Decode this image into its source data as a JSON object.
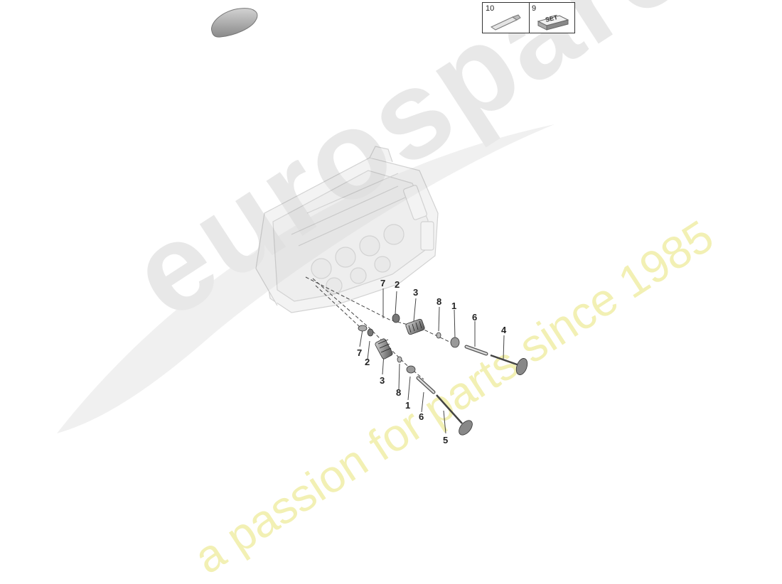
{
  "watermark": {
    "brand": "eurospares",
    "tagline": "a passion for parts since 1985"
  },
  "legend": {
    "items": [
      {
        "number": "10",
        "icon": "tube-icon"
      },
      {
        "number": "9",
        "icon": "set-box-icon",
        "label": "SET"
      }
    ]
  },
  "callouts": [
    {
      "id": "c7a",
      "text": "7"
    },
    {
      "id": "c2a",
      "text": "2"
    },
    {
      "id": "c3a",
      "text": "3"
    },
    {
      "id": "c8a",
      "text": "8"
    },
    {
      "id": "c1a",
      "text": "1"
    },
    {
      "id": "c6a",
      "text": "6"
    },
    {
      "id": "c4",
      "text": "4"
    },
    {
      "id": "c7b",
      "text": "7"
    },
    {
      "id": "c2b",
      "text": "2"
    },
    {
      "id": "c3b",
      "text": "3"
    },
    {
      "id": "c8b",
      "text": "8"
    },
    {
      "id": "c1b",
      "text": "1"
    },
    {
      "id": "c6b",
      "text": "6"
    },
    {
      "id": "c5",
      "text": "5"
    }
  ],
  "colors": {
    "line": "#333333",
    "part": "#9a9a9a",
    "watermark_gray": "#e6e6e6",
    "watermark_yellow": "#f3f1b0"
  }
}
